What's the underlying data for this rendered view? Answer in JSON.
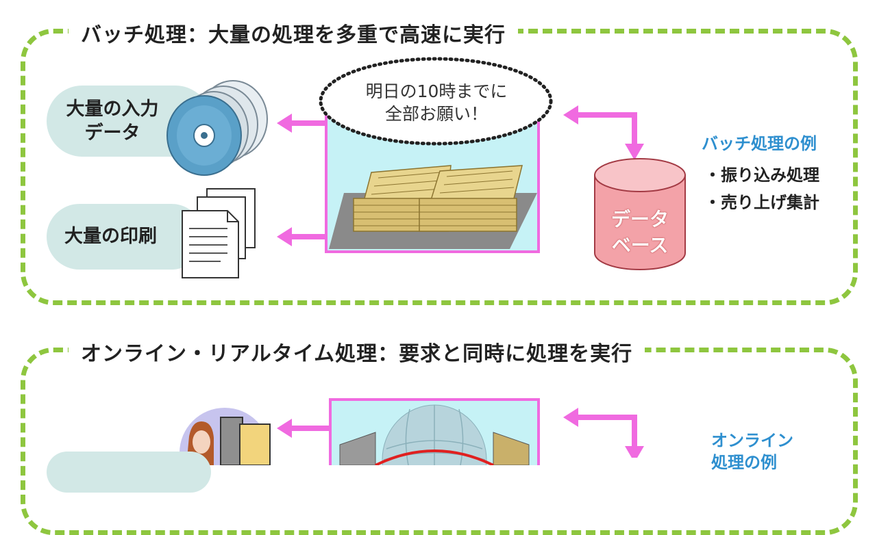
{
  "batch": {
    "title": "バッチ処理：大量の処理を多重で高速に実行",
    "input_label_line1": "大量の入力",
    "input_label_line2": "データ",
    "print_label": "大量の印刷",
    "bubble_line1": "明日の10時までに",
    "bubble_line2": "全部お願い！",
    "database_line1": "データ",
    "database_line2": "ベース",
    "examples_heading": "バッチ処理の例",
    "examples": [
      "・振り込み処理",
      "・売り上げ集計"
    ]
  },
  "online": {
    "title": "オンライン・リアルタイム処理：要求と同時に処理を実行",
    "examples_heading_line1": "オンライン",
    "examples_heading_line2": "処理の例"
  },
  "colors": {
    "frame": "#8ec63f",
    "arrow": "#f06ae0",
    "pill": "#d2e8e6",
    "accent_blue": "#2e8fcf",
    "database": "#f09aa0"
  }
}
